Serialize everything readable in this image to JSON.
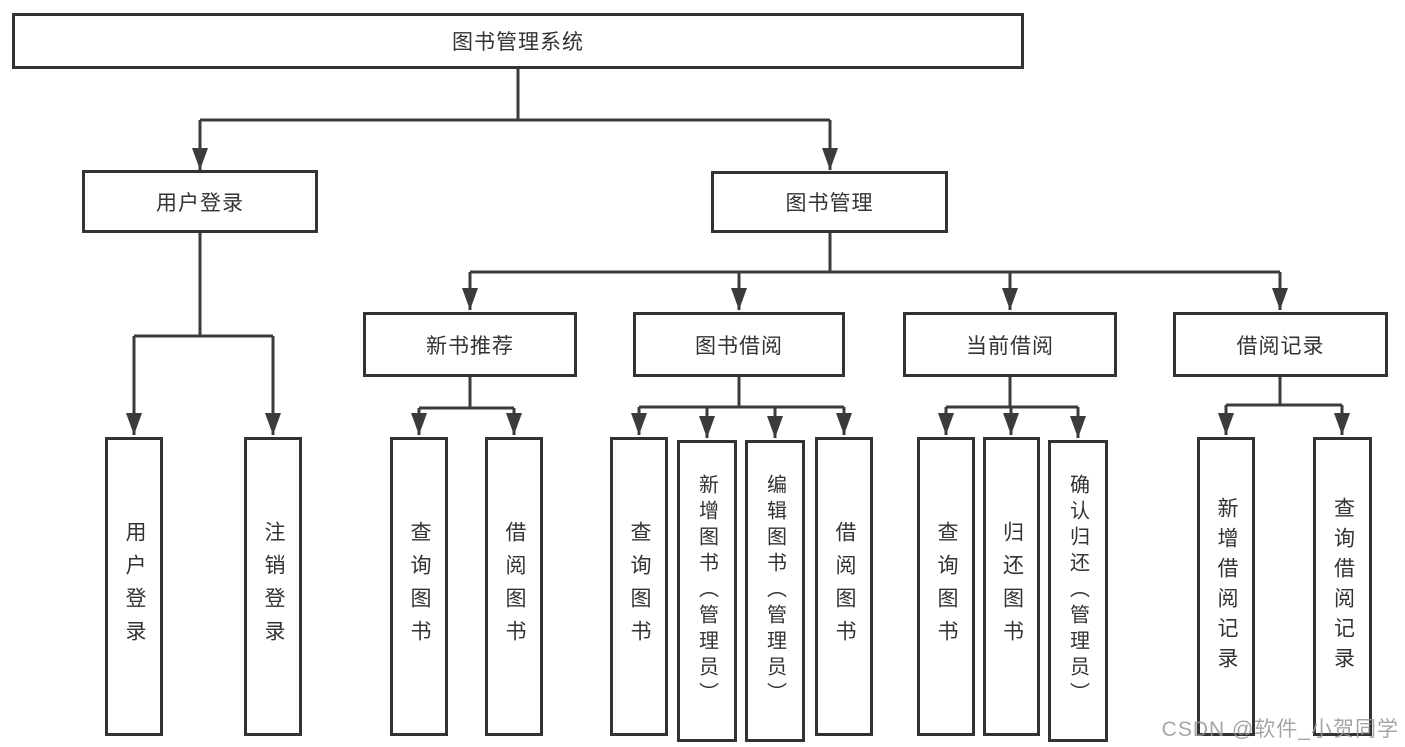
{
  "diagram": {
    "title": "图书管理系统",
    "level2": [
      {
        "label": "用户登录"
      },
      {
        "label": "图书管理"
      }
    ],
    "level3": [
      {
        "label": "新书推荐"
      },
      {
        "label": "图书借阅"
      },
      {
        "label": "当前借阅"
      },
      {
        "label": "借阅记录"
      }
    ],
    "leaves": [
      {
        "label": "用户登录"
      },
      {
        "label": "注销登录"
      },
      {
        "label": "查询图书"
      },
      {
        "label": "借阅图书"
      },
      {
        "label": "查询图书"
      },
      {
        "label": "新增图书（管理员）"
      },
      {
        "label": "编辑图书（管理员）"
      },
      {
        "label": "借阅图书"
      },
      {
        "label": "查询图书"
      },
      {
        "label": "归还图书"
      },
      {
        "label": "确认归还（管理员）"
      },
      {
        "label": "新增借阅记录"
      },
      {
        "label": "查询借阅记录"
      }
    ],
    "watermark": "CSDN @软件_小贺同学",
    "colors": {
      "line": "#3b3b3b",
      "box_border": "#333333",
      "text": "#333333",
      "background": "#ffffff",
      "watermark": "#9b9595"
    }
  }
}
